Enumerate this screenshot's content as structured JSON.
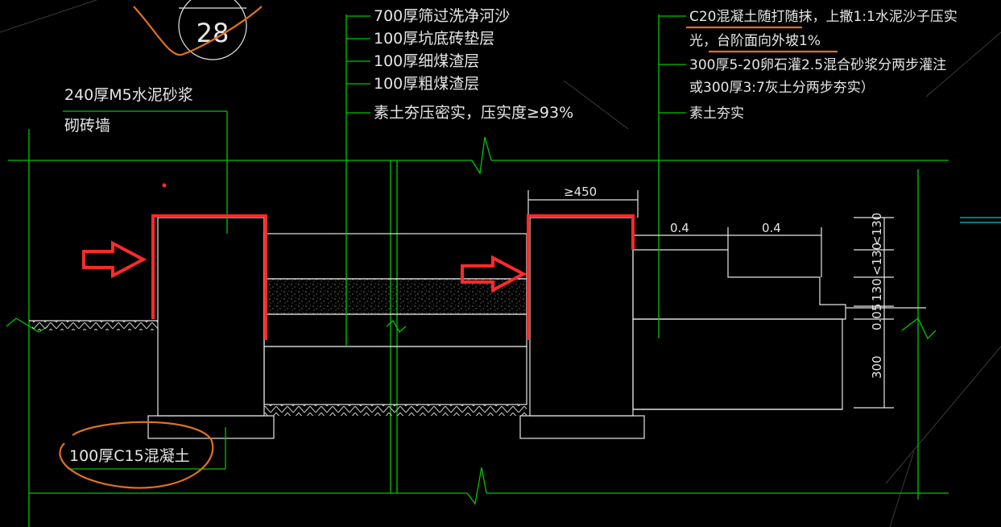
{
  "drawing": {
    "detail_number": "28",
    "wall_label_line1": "240厚M5水泥砂浆",
    "wall_label_line2": "砌砖墙",
    "footing_label": "100厚C15混凝土",
    "pit_layers": [
      "700厚筛过洗净河沙",
      "100厚坑底砖垫层",
      "100厚细煤渣层",
      "100厚粗煤渣层",
      "素土夯压密实，压实度≥93%"
    ],
    "step_layers": [
      "C20混凝土随打随抹，上撒1:1水泥沙子压实",
      "光，台阶面向外坡1%",
      "300厚5-20卵石灌2.5混合砂浆分两步灌注",
      "或300厚3:7灰土分两步夯实）",
      "素土夯实"
    ],
    "dimensions": {
      "top_width": "≥450",
      "step_1": "0.4",
      "step_2": "0.4",
      "rise_1": "<130",
      "rise_2": "<130",
      "rise_3": "130",
      "rise_4": "0.05",
      "depth": "300"
    }
  },
  "colors": {
    "background": "#000000",
    "leader_lines": "#00c800",
    "linework": "#e6e6e6",
    "markup_red": "#ff2a2a",
    "markup_orange": "#e0701e"
  },
  "icons": [
    "red-arrow-icon",
    "break-line-icon",
    "orange-circle-annotation"
  ]
}
